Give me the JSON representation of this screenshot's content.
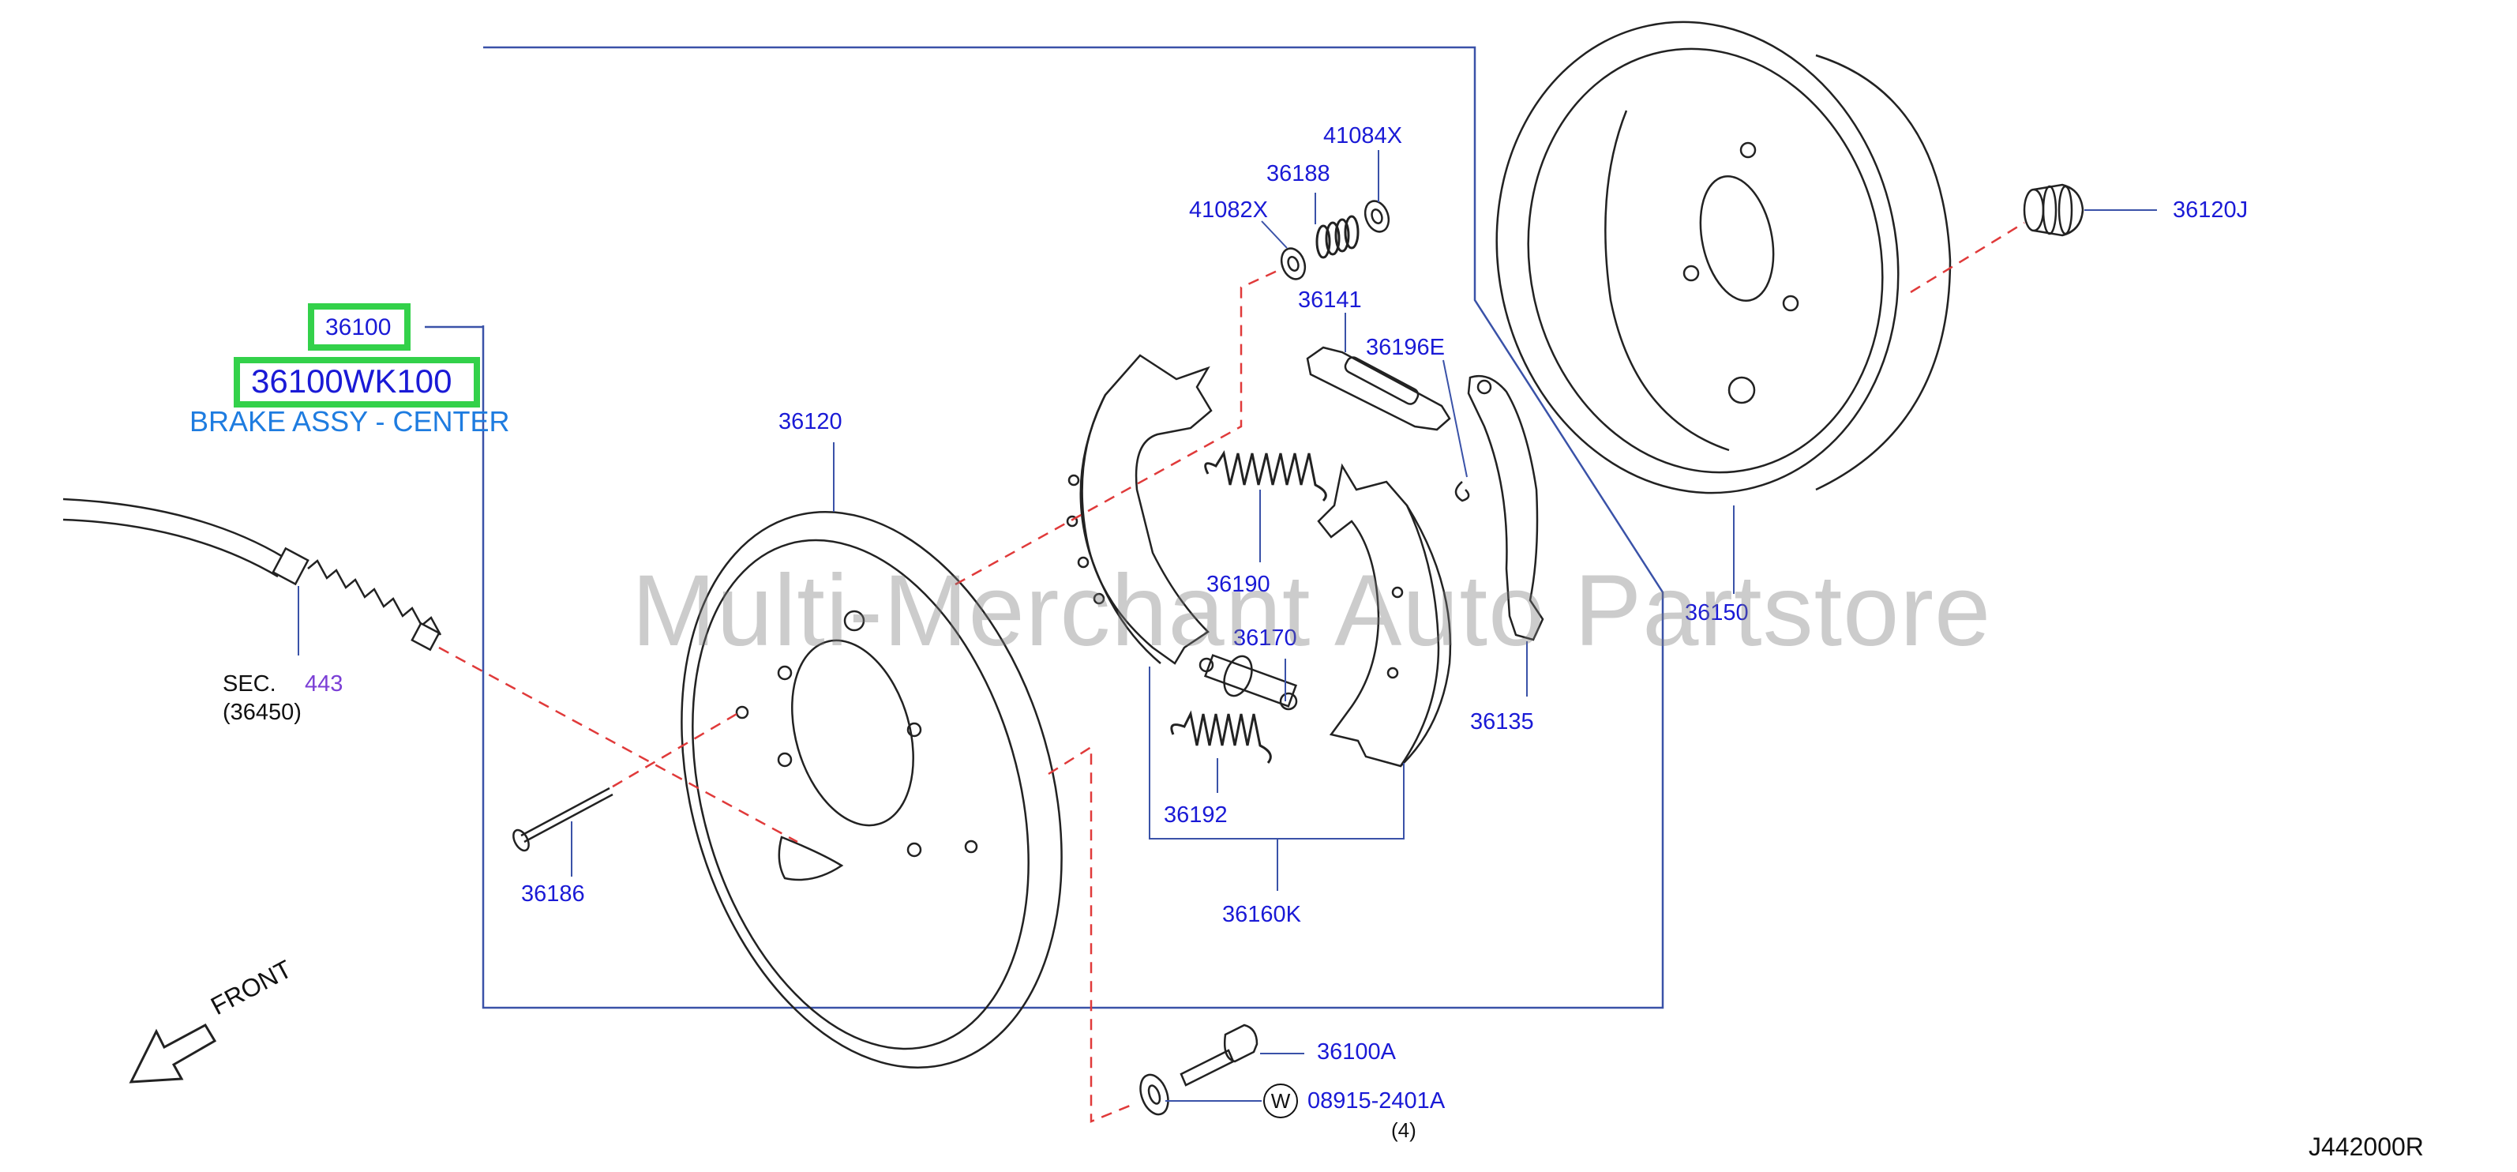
{
  "highlighted": {
    "part_group": "36100",
    "part_number": "36100WK100",
    "description": "BRAKE ASSY - CENTER"
  },
  "callouts": {
    "c41084X": "41084X",
    "c36188": "36188",
    "c41082X": "41082X",
    "c36141": "36141",
    "c36196E": "36196E",
    "c36120J": "36120J",
    "c36120": "36120",
    "c36190": "36190",
    "c36170": "36170",
    "c36150": "36150",
    "c36135": "36135",
    "c36192": "36192",
    "c36186": "36186",
    "c36160K": "36160K",
    "c36100A": "36100A",
    "c08915": "08915-2401A",
    "qty": "(4)"
  },
  "section_ref": {
    "prefix": "SEC.",
    "number": "443",
    "sub": "(36450)"
  },
  "front_label": "FRONT",
  "washer_symbol": "W",
  "diagram_code": "J442000R",
  "watermark": "Multi-Merchant Auto Partstore",
  "colors": {
    "callout": "#1a1ad6",
    "highlight": "#33d14a",
    "description": "#1e7ce0",
    "sec_number": "#7b3fd6",
    "dash": "#e03a3a",
    "frame": "#3a52a8"
  }
}
